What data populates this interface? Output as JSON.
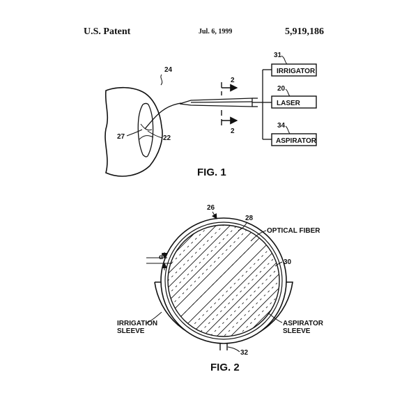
{
  "header": {
    "left": "U.S. Patent",
    "date": "Jul. 6, 1999",
    "patent_number": "5,919,186"
  },
  "figure1": {
    "caption": "FIG. 1",
    "boxes": {
      "irrigator": "IRRIGATOR",
      "laser": "LASER",
      "aspirator": "ASPIRATOR"
    },
    "refs": {
      "eye": "24",
      "irrigator": "31",
      "laser": "20",
      "aspirator": "34",
      "section_top": "2",
      "section_bottom": "2",
      "lens": "27",
      "probe_tip": "22"
    }
  },
  "figure2": {
    "caption": "FIG. 2",
    "labels": {
      "optical_fiber": "OPTICAL FIBER",
      "irrigation_sleeve_1": "IRRIGATION",
      "irrigation_sleeve_2": "SLEEVE",
      "aspirator_sleeve_1": "ASPIRATOR",
      "aspirator_sleeve_2": "SLEEVE",
      "dimension": "d"
    },
    "refs": {
      "outer": "26",
      "fiber": "28",
      "sleeve": "30",
      "divider": "32"
    }
  }
}
